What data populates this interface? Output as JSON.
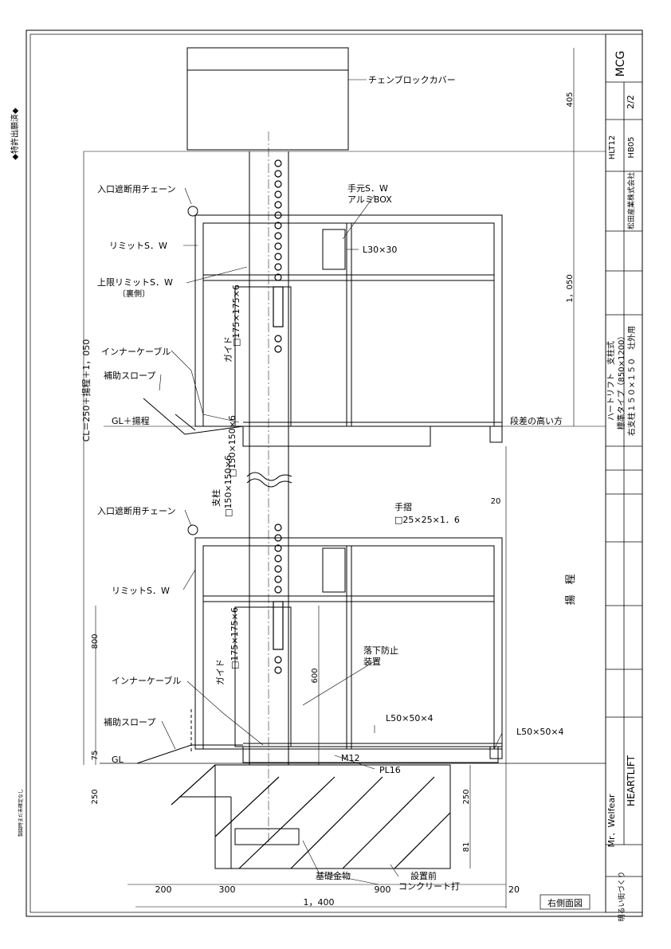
{
  "labels": {
    "chain_cover": "チェンブロックカバー",
    "entry_chain_upper": "入口遮断用チェーン",
    "hand_sw_1": "手元S．W",
    "hand_sw_2": "アルミBOX",
    "limit_sw_upper": "リミットS．W",
    "upper_limit_sw": "上限リミットS．W",
    "upper_limit_back": "〔裏側〕",
    "l30": "L30×30",
    "guide_upper": "ガイド",
    "guide_upper_size": "□175×175×6",
    "inner_cable_upper": "インナーケーブル",
    "aux_slope_upper": "補助スロープ",
    "gl_stroke": "GL＋揚程",
    "higher_side": "段差の高い方",
    "col_size_150": "□150×150×6",
    "support_col": "支柱",
    "support_col_size": "□150×150×6",
    "entry_chain_lower": "入口遮断用チェーン",
    "handrail": "手摺",
    "handrail_size": "□25×25×1．6",
    "limit_sw_lower": "リミットS．W",
    "fall_prevent_1": "落下防止",
    "fall_prevent_2": "装置",
    "guide_lower": "ガイド",
    "guide_lower_size": "□175×175×6",
    "inner_cable_lower": "インナーケーブル",
    "aux_slope_lower": "補助スロープ",
    "l50_a": "L50×50×4",
    "l50_b": "L50×50×4",
    "gl": "GL",
    "m12": "M12",
    "pl16": "PL16",
    "foundation_metal": "基礎金物",
    "concrete_1": "設置前",
    "concrete_2": "コンクリート打",
    "view_name": "右側面図",
    "patent": "◆特許出願済◆",
    "left_note": "製図時まだ未確定なし",
    "cl": "CL＝250＋揚程＋1，050",
    "stroke_vert": "揚　程"
  },
  "dimensions": {
    "d405": "405",
    "d1050": "1，050",
    "d20a": "20",
    "d800": "800",
    "d600": "600",
    "d75": "75",
    "d250l": "250",
    "d250r": "250",
    "d81": "81",
    "d200": "200",
    "d300": "300",
    "d900": "900",
    "d20b": "20",
    "d1400": "1，400"
  },
  "title_block": {
    "logo": "MCG",
    "sheet": "2/2",
    "code1": "HLT12",
    "code2": "HB05",
    "company": "松田産業株式会社",
    "product": "ハートリフト　支柱式",
    "type": "標準タイプ（850×1200）",
    "column": "右支柱１５０×１５０　壮外用",
    "brand": "HEARTLIFT",
    "mr": "Mr．Welfear",
    "slogan": "明るい街づくり"
  }
}
